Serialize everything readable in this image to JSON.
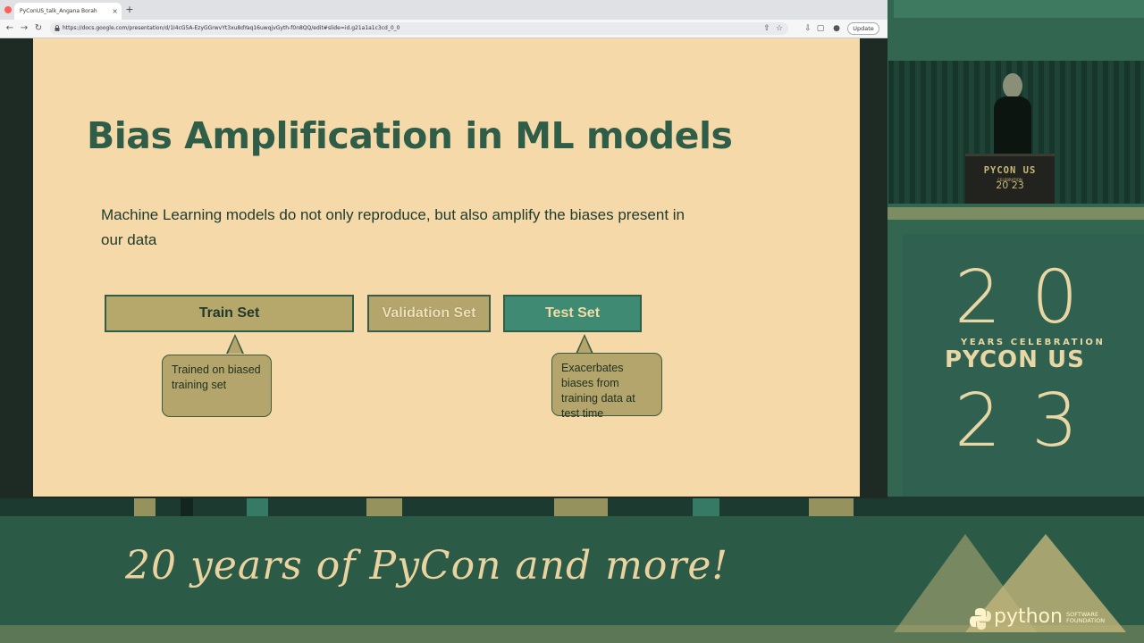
{
  "browser": {
    "tab_title": "PyConUS_talk_Angana Borah",
    "tab_close": "×",
    "new_tab": "+",
    "url": "https://docs.google.com/presentation/d/1I4cG5A-EzyGGrwvYt3xu8dYaq16uwqjvGyth-f0n8QQ/edit#slide=id.g21a1a1c3cd_0_0",
    "update_label": "Update",
    "nav": {
      "back": "←",
      "forward": "→",
      "reload": "↻"
    }
  },
  "slide": {
    "title": "Bias Amplification in ML models",
    "body": "Machine Learning models do not only reproduce, but also amplify the biases present in our data",
    "boxes": {
      "train": "Train Set",
      "validation": "Validation Set",
      "test": "Test Set"
    },
    "callouts": {
      "train": "Trained on biased training set",
      "test": "Exacerbates biases from training data at test time"
    }
  },
  "video": {
    "podium_label": "PYCON US",
    "podium_celebration": "CELEBRATION",
    "podium_numbers": "20 23",
    "podium_years": "YEARS"
  },
  "logo": {
    "top": "20",
    "years": "YEARS CELEBRATION",
    "name": "PYCON US",
    "bottom": "23"
  },
  "footer": {
    "tagline": "20 years of PyCon and more!",
    "psf_word": "python",
    "psf_small_1": "SOFTWARE",
    "psf_small_2": "FOUNDATION"
  },
  "colors": {
    "slide_bg": "#f5d9a8",
    "title": "#2f5d48",
    "train_box": "#b6a86b",
    "test_box": "#3f8a73",
    "background": "#2e5a48"
  }
}
